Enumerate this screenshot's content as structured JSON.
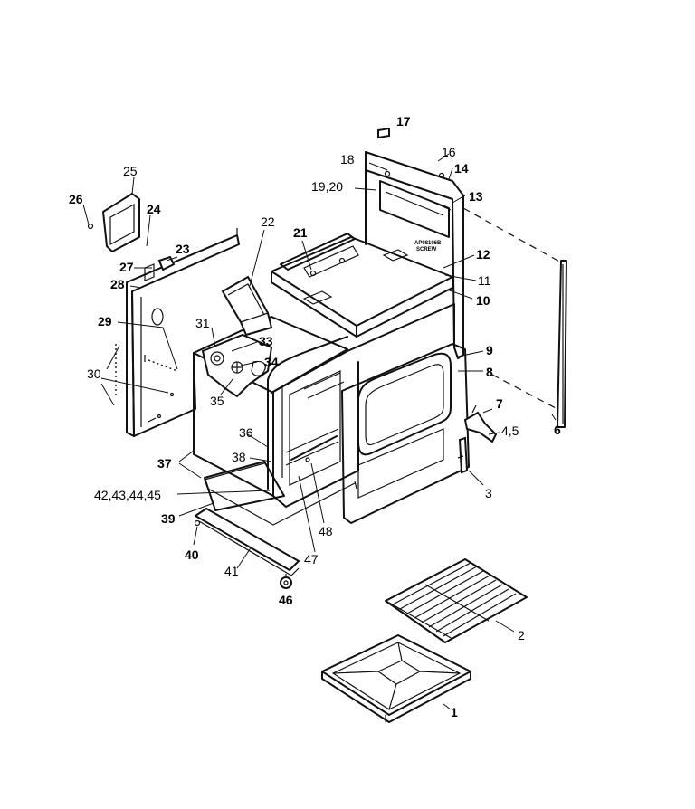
{
  "callouts": {
    "c1": "1",
    "c2": "2",
    "c3": "3",
    "c45": "4,5",
    "c6": "6",
    "c7": "7",
    "c8": "8",
    "c9": "9",
    "c10": "10",
    "c11": "11",
    "c12": "12",
    "c13": "13",
    "c14": "14",
    "c16": "16",
    "c17": "17",
    "c18": "18",
    "c1920": "19,20",
    "c21": "21",
    "c22": "22",
    "c23": "23",
    "c24": "24",
    "c25": "25",
    "c26": "26",
    "c27": "27",
    "c28": "28",
    "c29": "29",
    "c30": "30",
    "c31": "31",
    "c33": "33",
    "c34": "34",
    "c35": "35",
    "c36": "36",
    "c37": "37",
    "c38": "38",
    "c39": "39",
    "c40": "40",
    "c41": "41",
    "c4245": "42,43,44,45",
    "c46": "46",
    "c47": "47",
    "c48": "48"
  },
  "notes": {
    "screw_line1": "AP08106B",
    "screw_line2": "SCREW"
  }
}
